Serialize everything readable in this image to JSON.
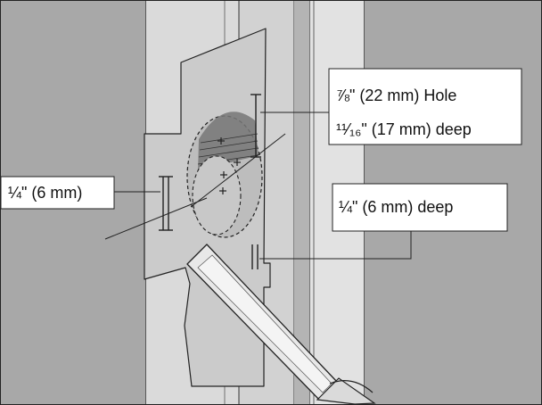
{
  "colors": {
    "wall_dark": "#a8a8a8",
    "wall_mid": "#bdbdbd",
    "door_face": "#d9d9d9",
    "door_edge": "#cfcfcf",
    "template": "#cccccc",
    "stroke": "#222222",
    "callout_bg": "#ffffff"
  },
  "labels": {
    "hole_line1": "⅞\" (22 mm) Hole",
    "hole_line2": "¹¹⁄₁₆\" (17 mm) deep",
    "left_depth": "¼\" (6 mm)",
    "right_depth": "¼\" (6 mm) deep"
  },
  "icons": {
    "chisel": "chisel-icon"
  }
}
